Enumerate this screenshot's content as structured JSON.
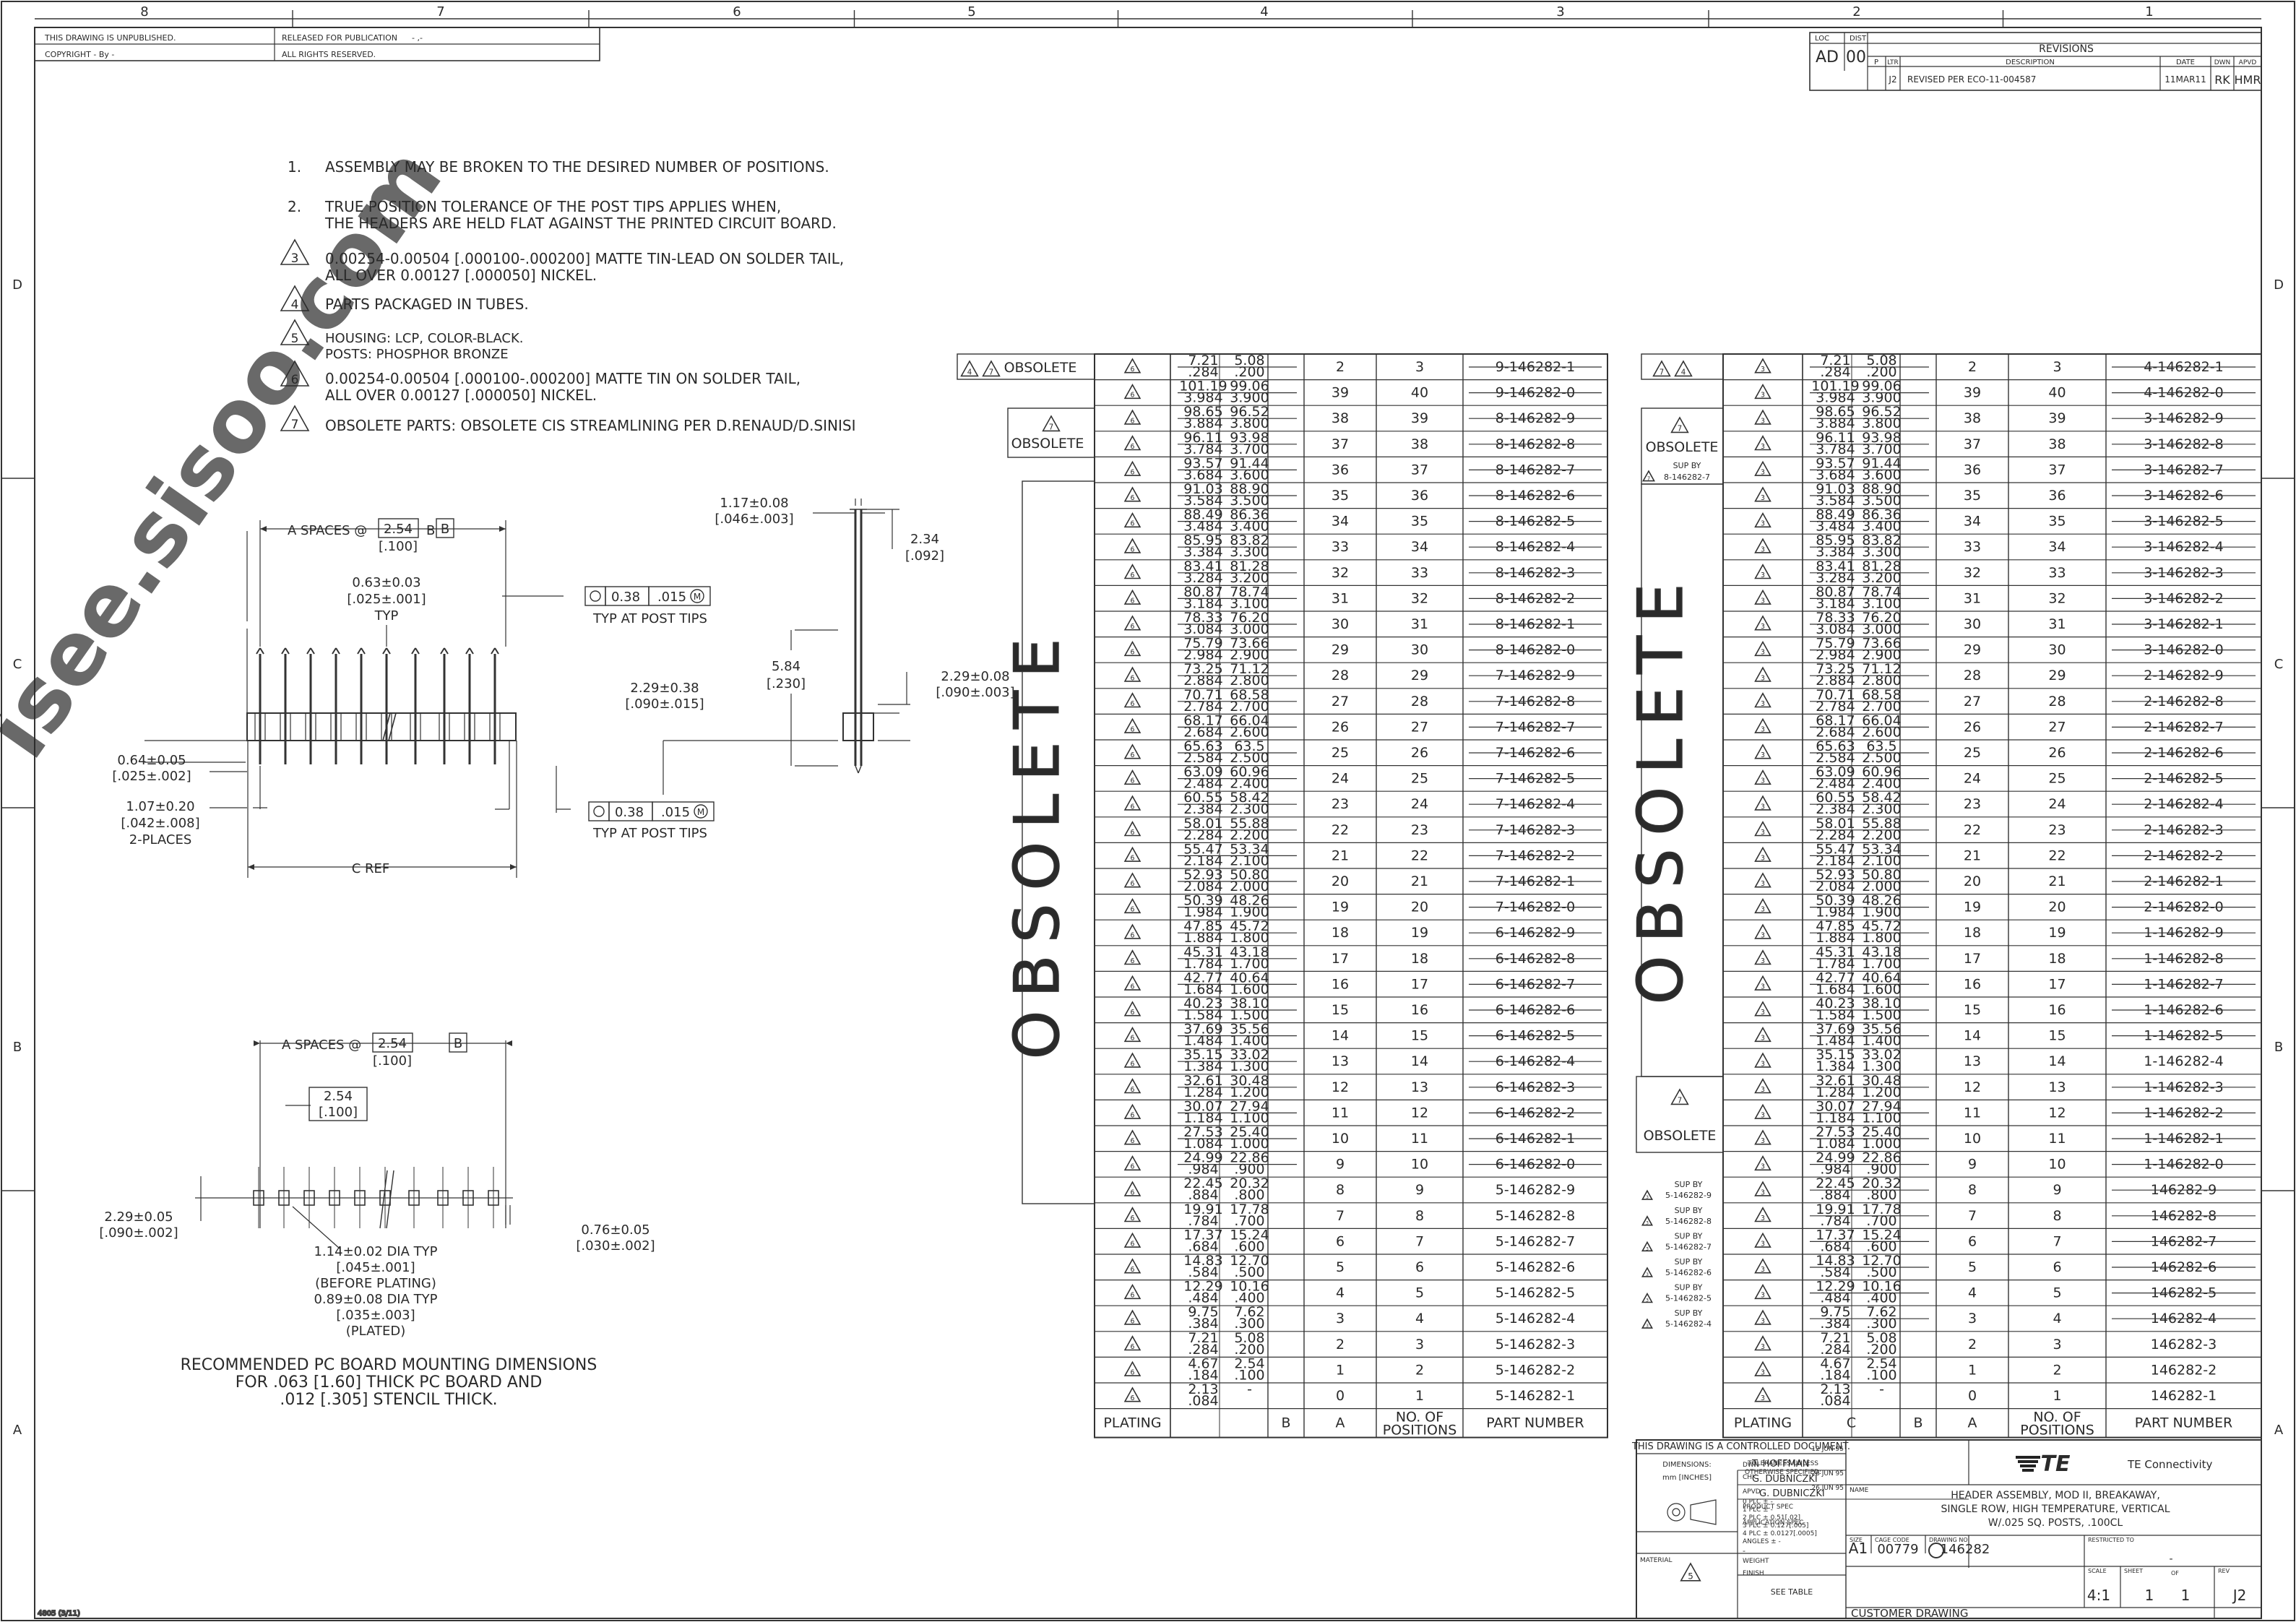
{
  "zones": {
    "top": [
      "8",
      "7",
      "6",
      "5",
      "4",
      "3",
      "2",
      "1"
    ],
    "side": [
      "D",
      "C",
      "B",
      "A"
    ]
  },
  "header_notice": {
    "unpublished": "THIS DRAWING IS UNPUBLISHED.",
    "copyright": "COPYRIGHT   -   By -",
    "released": "RELEASED FOR PUBLICATION",
    "rights": "ALL RIGHTS RESERVED.",
    "dash": "- ,-"
  },
  "revisions": {
    "loc_label": "LOC",
    "dist_label": "DIST",
    "loc": "AD",
    "dist": "00",
    "title": "REVISIONS",
    "col_p": "P",
    "col_ltr": "LTR",
    "col_desc": "DESCRIPTION",
    "col_date": "DATE",
    "col_dwn": "DWN",
    "col_apvd": "APVD",
    "row_ltr": "J2",
    "row_desc": "REVISED PER ECO-11-004587",
    "row_date": "11MAR11",
    "row_dwn": "RK",
    "row_apvd": "HMR"
  },
  "notes": {
    "n1_num": "1.",
    "n1": "ASSEMBLY MAY BE BROKEN TO THE DESIRED NUMBER OF POSITIONS.",
    "n2_num": "2.",
    "n2a": "TRUE POSITION TOLERANCE OF THE POST TIPS APPLIES WHEN,",
    "n2b": "THE HEADERS ARE HELD FLAT AGAINST THE PRINTED CIRCUIT BOARD.",
    "n3_num": "3",
    "n3a": "0.00254-0.00504 [.000100-.000200] MATTE TIN-LEAD ON SOLDER TAIL,",
    "n3b": "ALL OVER 0.00127 [.000050] NICKEL.",
    "n4_num": "4",
    "n4": "PARTS PACKAGED IN TUBES.",
    "n5_num": "5",
    "n5a": "HOUSING: LCP, COLOR-BLACK.",
    "n5b": "POSTS: PHOSPHOR BRONZE",
    "n6_num": "6",
    "n6a": "0.00254-0.00504 [.000100-.000200] MATTE TIN ON SOLDER TAIL,",
    "n6b": "ALL OVER 0.00127 [.000050] NICKEL.",
    "n7_num": "7",
    "n7": "OBSOLETE PARTS: OBSOLETE CIS STREAMLINING PER D.RENAUD/D.SINISI"
  },
  "dims": {
    "a_spaces": "A SPACES @",
    "pitch": "2.54",
    "pitch_in": "[.100]",
    "b": "B",
    "tip": "0.63±0.03",
    "tip_in": "[.025±.001]",
    "typ": "TYP",
    "tol": "0.38",
    "tol_in": ".015",
    "m": "M",
    "typ_post": "TYP AT POST TIPS",
    "post_w": "1.17±0.08",
    "post_w_in": "[.046±.003]",
    "h1": "2.34",
    "h1_in": "[.092]",
    "h2": "5.84",
    "h2_in": "[.230]",
    "h3": "2.29±0.38",
    "h3_in": "[.090±.015]",
    "h4": "2.29±0.08",
    "h4_in": "[.090±.003]",
    "tail": "0.64±0.05",
    "tail_in": "[.025±.002]",
    "end": "1.07±0.20",
    "end_in": "[.042±.008]",
    "end_places": "2-PLACES",
    "cref": "C REF"
  },
  "pcb": {
    "a_spaces": "A SPACES @",
    "pitch": "2.54",
    "pitch_in": "[.100]",
    "b": "B",
    "pitch2": "2.54",
    "pitch2_in": "[.100]",
    "row": "2.29±0.05",
    "row_in": "[.090±.002]",
    "hole": "1.14±0.02 DIA TYP",
    "hole_in": "[.045±.001]",
    "before": "(BEFORE PLATING)",
    "plated": "0.89±0.08 DIA TYP",
    "plated_in": "[.035±.003]",
    "plated_lbl": "(PLATED)",
    "edge": "0.76±0.05",
    "edge_in": "[.030±.002]",
    "title1": "RECOMMENDED PC BOARD MOUNTING DIMENSIONS",
    "title2": "FOR .063 [1.60] THICK PC BOARD AND",
    "title3": ".012 [.305] STENCIL THICK."
  },
  "tables": {
    "headers": {
      "plating": "PLATING",
      "c": "C",
      "b": "B",
      "a": "A",
      "np1": "NO. OF",
      "np2": "POSITIONS",
      "pn": "PART NUMBER"
    },
    "obsolete_word": "OBSOLETE",
    "flags_left": {
      "t1": "4",
      "t2": "7",
      "label": "OBSOLETE",
      "t3": "7"
    },
    "flags_right": {
      "t1": "7",
      "t2": "4",
      "label": "OBSOLETE",
      "t3": "7",
      "sup": "SUP BY",
      "sup_pn": "8-146282-7",
      "t4": "7",
      "label2": "OBSOLETE"
    },
    "sup_notes": [
      "5-146282-9",
      "5-146282-8",
      "5-146282-7",
      "5-146282-6",
      "5-146282-5",
      "5-146282-4"
    ],
    "sup_by": "SUP BY",
    "left_plating": "6",
    "right_plating": "3",
    "rows": [
      [
        "7.21",
        ".284",
        "5.08",
        ".200",
        "2",
        "3",
        "9-146282-1",
        "4-146282-1"
      ],
      [
        "101.19",
        "3.984",
        "99.06",
        "3.900",
        "39",
        "40",
        "9-146282-0",
        "4-146282-0"
      ],
      [
        "98.65",
        "3.884",
        "96.52",
        "3.800",
        "38",
        "39",
        "8-146282-9",
        "3-146282-9"
      ],
      [
        "96.11",
        "3.784",
        "93.98",
        "3.700",
        "37",
        "38",
        "8-146282-8",
        "3-146282-8"
      ],
      [
        "93.57",
        "3.684",
        "91.44",
        "3.600",
        "36",
        "37",
        "8-146282-7",
        "3-146282-7"
      ],
      [
        "91.03",
        "3.584",
        "88.90",
        "3.500",
        "35",
        "36",
        "8-146282-6",
        "3-146282-6"
      ],
      [
        "88.49",
        "3.484",
        "86.36",
        "3.400",
        "34",
        "35",
        "8-146282-5",
        "3-146282-5"
      ],
      [
        "85.95",
        "3.384",
        "83.82",
        "3.300",
        "33",
        "34",
        "8-146282-4",
        "3-146282-4"
      ],
      [
        "83.41",
        "3.284",
        "81.28",
        "3.200",
        "32",
        "33",
        "8-146282-3",
        "3-146282-3"
      ],
      [
        "80.87",
        "3.184",
        "78.74",
        "3.100",
        "31",
        "32",
        "8-146282-2",
        "3-146282-2"
      ],
      [
        "78.33",
        "3.084",
        "76.20",
        "3.000",
        "30",
        "31",
        "8-146282-1",
        "3-146282-1"
      ],
      [
        "75.79",
        "2.984",
        "73.66",
        "2.900",
        "29",
        "30",
        "8-146282-0",
        "3-146282-0"
      ],
      [
        "73.25",
        "2.884",
        "71.12",
        "2.800",
        "28",
        "29",
        "7-146282-9",
        "2-146282-9"
      ],
      [
        "70.71",
        "2.784",
        "68.58",
        "2.700",
        "27",
        "28",
        "7-146282-8",
        "2-146282-8"
      ],
      [
        "68.17",
        "2.684",
        "66.04",
        "2.600",
        "26",
        "27",
        "7-146282-7",
        "2-146282-7"
      ],
      [
        "65.63",
        "2.584",
        "63.5",
        "2.500",
        "25",
        "26",
        "7-146282-6",
        "2-146282-6"
      ],
      [
        "63.09",
        "2.484",
        "60.96",
        "2.400",
        "24",
        "25",
        "7-146282-5",
        "2-146282-5"
      ],
      [
        "60.55",
        "2.384",
        "58.42",
        "2.300",
        "23",
        "24",
        "7-146282-4",
        "2-146282-4"
      ],
      [
        "58.01",
        "2.284",
        "55.88",
        "2.200",
        "22",
        "23",
        "7-146282-3",
        "2-146282-3"
      ],
      [
        "55.47",
        "2.184",
        "53.34",
        "2.100",
        "21",
        "22",
        "7-146282-2",
        "2-146282-2"
      ],
      [
        "52.93",
        "2.084",
        "50.80",
        "2.000",
        "20",
        "21",
        "7-146282-1",
        "2-146282-1"
      ],
      [
        "50.39",
        "1.984",
        "48.26",
        "1.900",
        "19",
        "20",
        "7-146282-0",
        "2-146282-0"
      ],
      [
        "47.85",
        "1.884",
        "45.72",
        "1.800",
        "18",
        "19",
        "6-146282-9",
        "1-146282-9"
      ],
      [
        "45.31",
        "1.784",
        "43.18",
        "1.700",
        "17",
        "18",
        "6-146282-8",
        "1-146282-8"
      ],
      [
        "42.77",
        "1.684",
        "40.64",
        "1.600",
        "16",
        "17",
        "6-146282-7",
        "1-146282-7"
      ],
      [
        "40.23",
        "1.584",
        "38.10",
        "1.500",
        "15",
        "16",
        "6-146282-6",
        "1-146282-6"
      ],
      [
        "37.69",
        "1.484",
        "35.56",
        "1.400",
        "14",
        "15",
        "6-146282-5",
        "1-146282-5"
      ],
      [
        "35.15",
        "1.384",
        "33.02",
        "1.300",
        "13",
        "14",
        "6-146282-4",
        "1-146282-4"
      ],
      [
        "32.61",
        "1.284",
        "30.48",
        "1.200",
        "12",
        "13",
        "6-146282-3",
        "1-146282-3"
      ],
      [
        "30.07",
        "1.184",
        "27.94",
        "1.100",
        "11",
        "12",
        "6-146282-2",
        "1-146282-2"
      ],
      [
        "27.53",
        "1.084",
        "25.40",
        "1.000",
        "10",
        "11",
        "6-146282-1",
        "1-146282-1"
      ],
      [
        "24.99",
        ".984",
        "22.86",
        ".900",
        "9",
        "10",
        "6-146282-0",
        "1-146282-0"
      ],
      [
        "22.45",
        ".884",
        "20.32",
        ".800",
        "8",
        "9",
        "5-146282-9",
        "146282-9"
      ],
      [
        "19.91",
        ".784",
        "17.78",
        ".700",
        "7",
        "8",
        "5-146282-8",
        "146282-8"
      ],
      [
        "17.37",
        ".684",
        "15.24",
        ".600",
        "6",
        "7",
        "5-146282-7",
        "146282-7"
      ],
      [
        "14.83",
        ".584",
        "12.70",
        ".500",
        "5",
        "6",
        "5-146282-6",
        "146282-6"
      ],
      [
        "12.29",
        ".484",
        "10.16",
        ".400",
        "4",
        "5",
        "5-146282-5",
        "146282-5"
      ],
      [
        "9.75",
        ".384",
        "7.62",
        ".300",
        "3",
        "4",
        "5-146282-4",
        "146282-4"
      ],
      [
        "7.21",
        ".284",
        "5.08",
        ".200",
        "2",
        "3",
        "5-146282-3",
        "146282-3"
      ],
      [
        "4.67",
        ".184",
        "2.54",
        ".100",
        "1",
        "2",
        "5-146282-2",
        "146282-2"
      ],
      [
        "2.13",
        ".084",
        "-",
        "",
        "0",
        "1",
        "5-146282-1",
        "146282-1"
      ]
    ],
    "left_struck_rows": [
      0,
      1,
      2,
      3,
      4,
      5,
      6,
      7,
      8,
      9,
      10,
      11,
      12,
      13,
      14,
      15,
      16,
      17,
      18,
      19,
      20,
      21,
      22,
      23,
      24,
      25,
      26,
      27,
      28,
      29,
      30,
      31
    ],
    "right_struck_rows": [
      0,
      1,
      2,
      3,
      4,
      5,
      6,
      7,
      8,
      9,
      10,
      11,
      12,
      13,
      14,
      15,
      16,
      17,
      18,
      19,
      20,
      21,
      22,
      23,
      24,
      25,
      26,
      28,
      29,
      30,
      31,
      32,
      33,
      34,
      35,
      36,
      37
    ]
  },
  "title_block": {
    "controlled": "THIS DRAWING IS A CONTROLLED DOCUMENT.",
    "dwn_lbl": "DWN",
    "dwn": "T. HOFFMAN",
    "dwn_date": "12 JUN 95",
    "chk_lbl": "CHK",
    "chk": "G. DUBNICZKI",
    "chk_date": "26 JUN 95",
    "apvd_lbl": "APVD",
    "apvd": "G. DUBNICZKI",
    "apvd_date": "26 JUN 95",
    "prod_spec": "PRODUCT SPEC",
    "app_spec": "APPLICATION SPEC",
    "weight": "WEIGHT",
    "weight_val": "-",
    "dimensions": "DIMENSIONS:",
    "units": "mm [INCHES]",
    "tol1": "TOLERANCES UNLESS",
    "tol2": "OTHERWISE SPECIFIED:",
    "tols": [
      "0 PLC   ± -",
      "1 PLC   ± -",
      "2 PLC   ± 0.51[.02]",
      "3 PLC   ± 0.127[.005]",
      "4 PLC   ± 0.0127[.0005]",
      "ANGLES   ± -"
    ],
    "material": "MATERIAL",
    "material_ref": "5",
    "finish": "FINISH",
    "see_table": "SEE TABLE",
    "company": "TE Connectivity",
    "logo": "TE",
    "name_lbl": "NAME",
    "title1": "HEADER ASSEMBLY, MOD II, BREAKAWAY,",
    "title2": "SINGLE ROW, HIGH TEMPERATURE, VERTICAL",
    "title3": "W/.025 SQ. POSTS, .100CL",
    "size_lbl": "SIZE",
    "size": "A1",
    "cage_lbl": "CAGE CODE",
    "cage": "00779",
    "dwgno_lbl": "DRAWING NO",
    "dwgno": "146282",
    "restricted": "RESTRICTED TO",
    "restricted_val": "-",
    "scale_lbl": "SCALE",
    "scale": "4:1",
    "sheet_lbl": "SHEET",
    "sheet": "1",
    "of": "OF",
    "sheets": "1",
    "rev_lbl": "REV",
    "rev": "J2",
    "customer": "CUSTOMER DRAWING"
  },
  "form_id": "4805 (3/11)",
  "watermark": "isee.sisoo.com"
}
